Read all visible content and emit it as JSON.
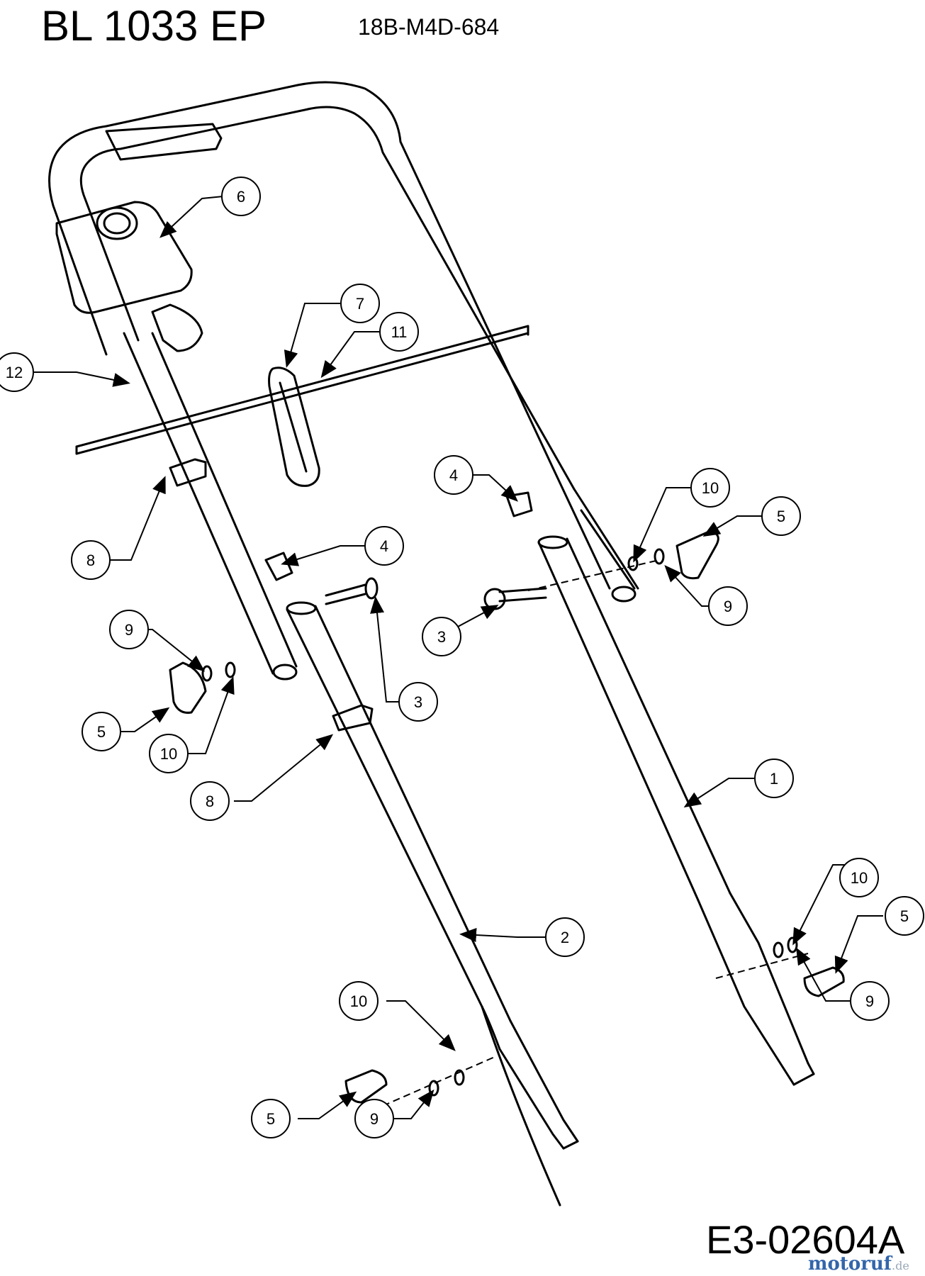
{
  "header": {
    "model_name": "BL 1033 EP",
    "model_number": "18B-M4D-684"
  },
  "footer": {
    "diagram_code": "E3-02604A",
    "watermark_main": "motoruf",
    "watermark_suffix": ".de"
  },
  "callouts": [
    {
      "id": "c6",
      "label": "6"
    },
    {
      "id": "c7",
      "label": "7"
    },
    {
      "id": "c11",
      "label": "11"
    },
    {
      "id": "c12",
      "label": "12"
    },
    {
      "id": "c4a",
      "label": "4"
    },
    {
      "id": "c10a",
      "label": "10"
    },
    {
      "id": "c5a",
      "label": "5"
    },
    {
      "id": "c8a",
      "label": "8"
    },
    {
      "id": "c4b",
      "label": "4"
    },
    {
      "id": "c9a",
      "label": "9"
    },
    {
      "id": "c3a",
      "label": "3"
    },
    {
      "id": "c9b",
      "label": "9"
    },
    {
      "id": "c3b",
      "label": "3"
    },
    {
      "id": "c5b",
      "label": "5"
    },
    {
      "id": "c10b",
      "label": "10"
    },
    {
      "id": "c8b",
      "label": "8"
    },
    {
      "id": "c1",
      "label": "1"
    },
    {
      "id": "c10c",
      "label": "10"
    },
    {
      "id": "c5c",
      "label": "5"
    },
    {
      "id": "c2",
      "label": "2"
    },
    {
      "id": "c9c",
      "label": "9"
    },
    {
      "id": "c10d",
      "label": "10"
    },
    {
      "id": "c5d",
      "label": "5"
    },
    {
      "id": "c9d",
      "label": "9"
    }
  ]
}
